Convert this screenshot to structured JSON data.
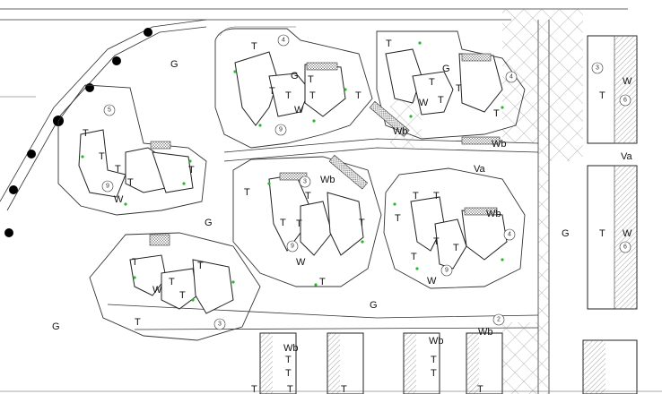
{
  "labels": {
    "g_top": "G",
    "g_mid_left": "G",
    "g_left": "G",
    "g_bottom": "G",
    "g_right": "G",
    "g_block_b": "G",
    "g_block_c": "G",
    "va_top": "Va",
    "va_mid": "Va",
    "wb_top": "Wb",
    "wb_center": "Wb",
    "wb_right_top": "Wb",
    "wb_right_mid": "Wb",
    "wb_bottom_1": "Wb",
    "wb_bottom_2": "Wb",
    "wb_bottom_3": "Wb",
    "w_right_top": "W",
    "w_right_mid": "W",
    "t_right_top": "T",
    "t_right_mid": "T"
  },
  "blocks": {
    "a": {
      "t1": "T",
      "t2": "T",
      "t3": "T",
      "t4": "T",
      "t5": "T",
      "w": "W",
      "num_top": "5",
      "num_mid": "9"
    },
    "b": {
      "t1": "T",
      "t2": "T",
      "t3": "T",
      "t4": "T",
      "t5": "T",
      "t6": "T",
      "w": "W",
      "g": "G",
      "num_top": "4",
      "num_mid": "9"
    },
    "c": {
      "t1": "T",
      "t2": "T",
      "t3": "T",
      "t4": "T",
      "t5": "T",
      "w": "W",
      "g": "G",
      "num_top": "4"
    },
    "d": {
      "t1": "T",
      "t2": "T",
      "t3": "T",
      "t4": "T",
      "t5": "T",
      "t6": "T",
      "w": "W",
      "num_mid": "9",
      "num_top": "3"
    },
    "e": {
      "t1": "T",
      "t2": "T",
      "t3": "T",
      "t4": "T",
      "t5": "T",
      "t6": "T",
      "w": "W",
      "num_top": "4",
      "num_mid": "9"
    },
    "f": {
      "t1": "T",
      "t2": "T",
      "t3": "T",
      "t4": "T",
      "t5": "T",
      "w": "W",
      "num": "3"
    }
  },
  "circles": {
    "right_top": "3",
    "right_top_2": "6",
    "right_mid": "6",
    "bottom_center": "2"
  },
  "bottom_labels": {
    "t1": "T",
    "t2": "T",
    "t3": "T",
    "t4": "T",
    "t5": "T",
    "t6": "T",
    "t7": "T",
    "t8": "T"
  }
}
